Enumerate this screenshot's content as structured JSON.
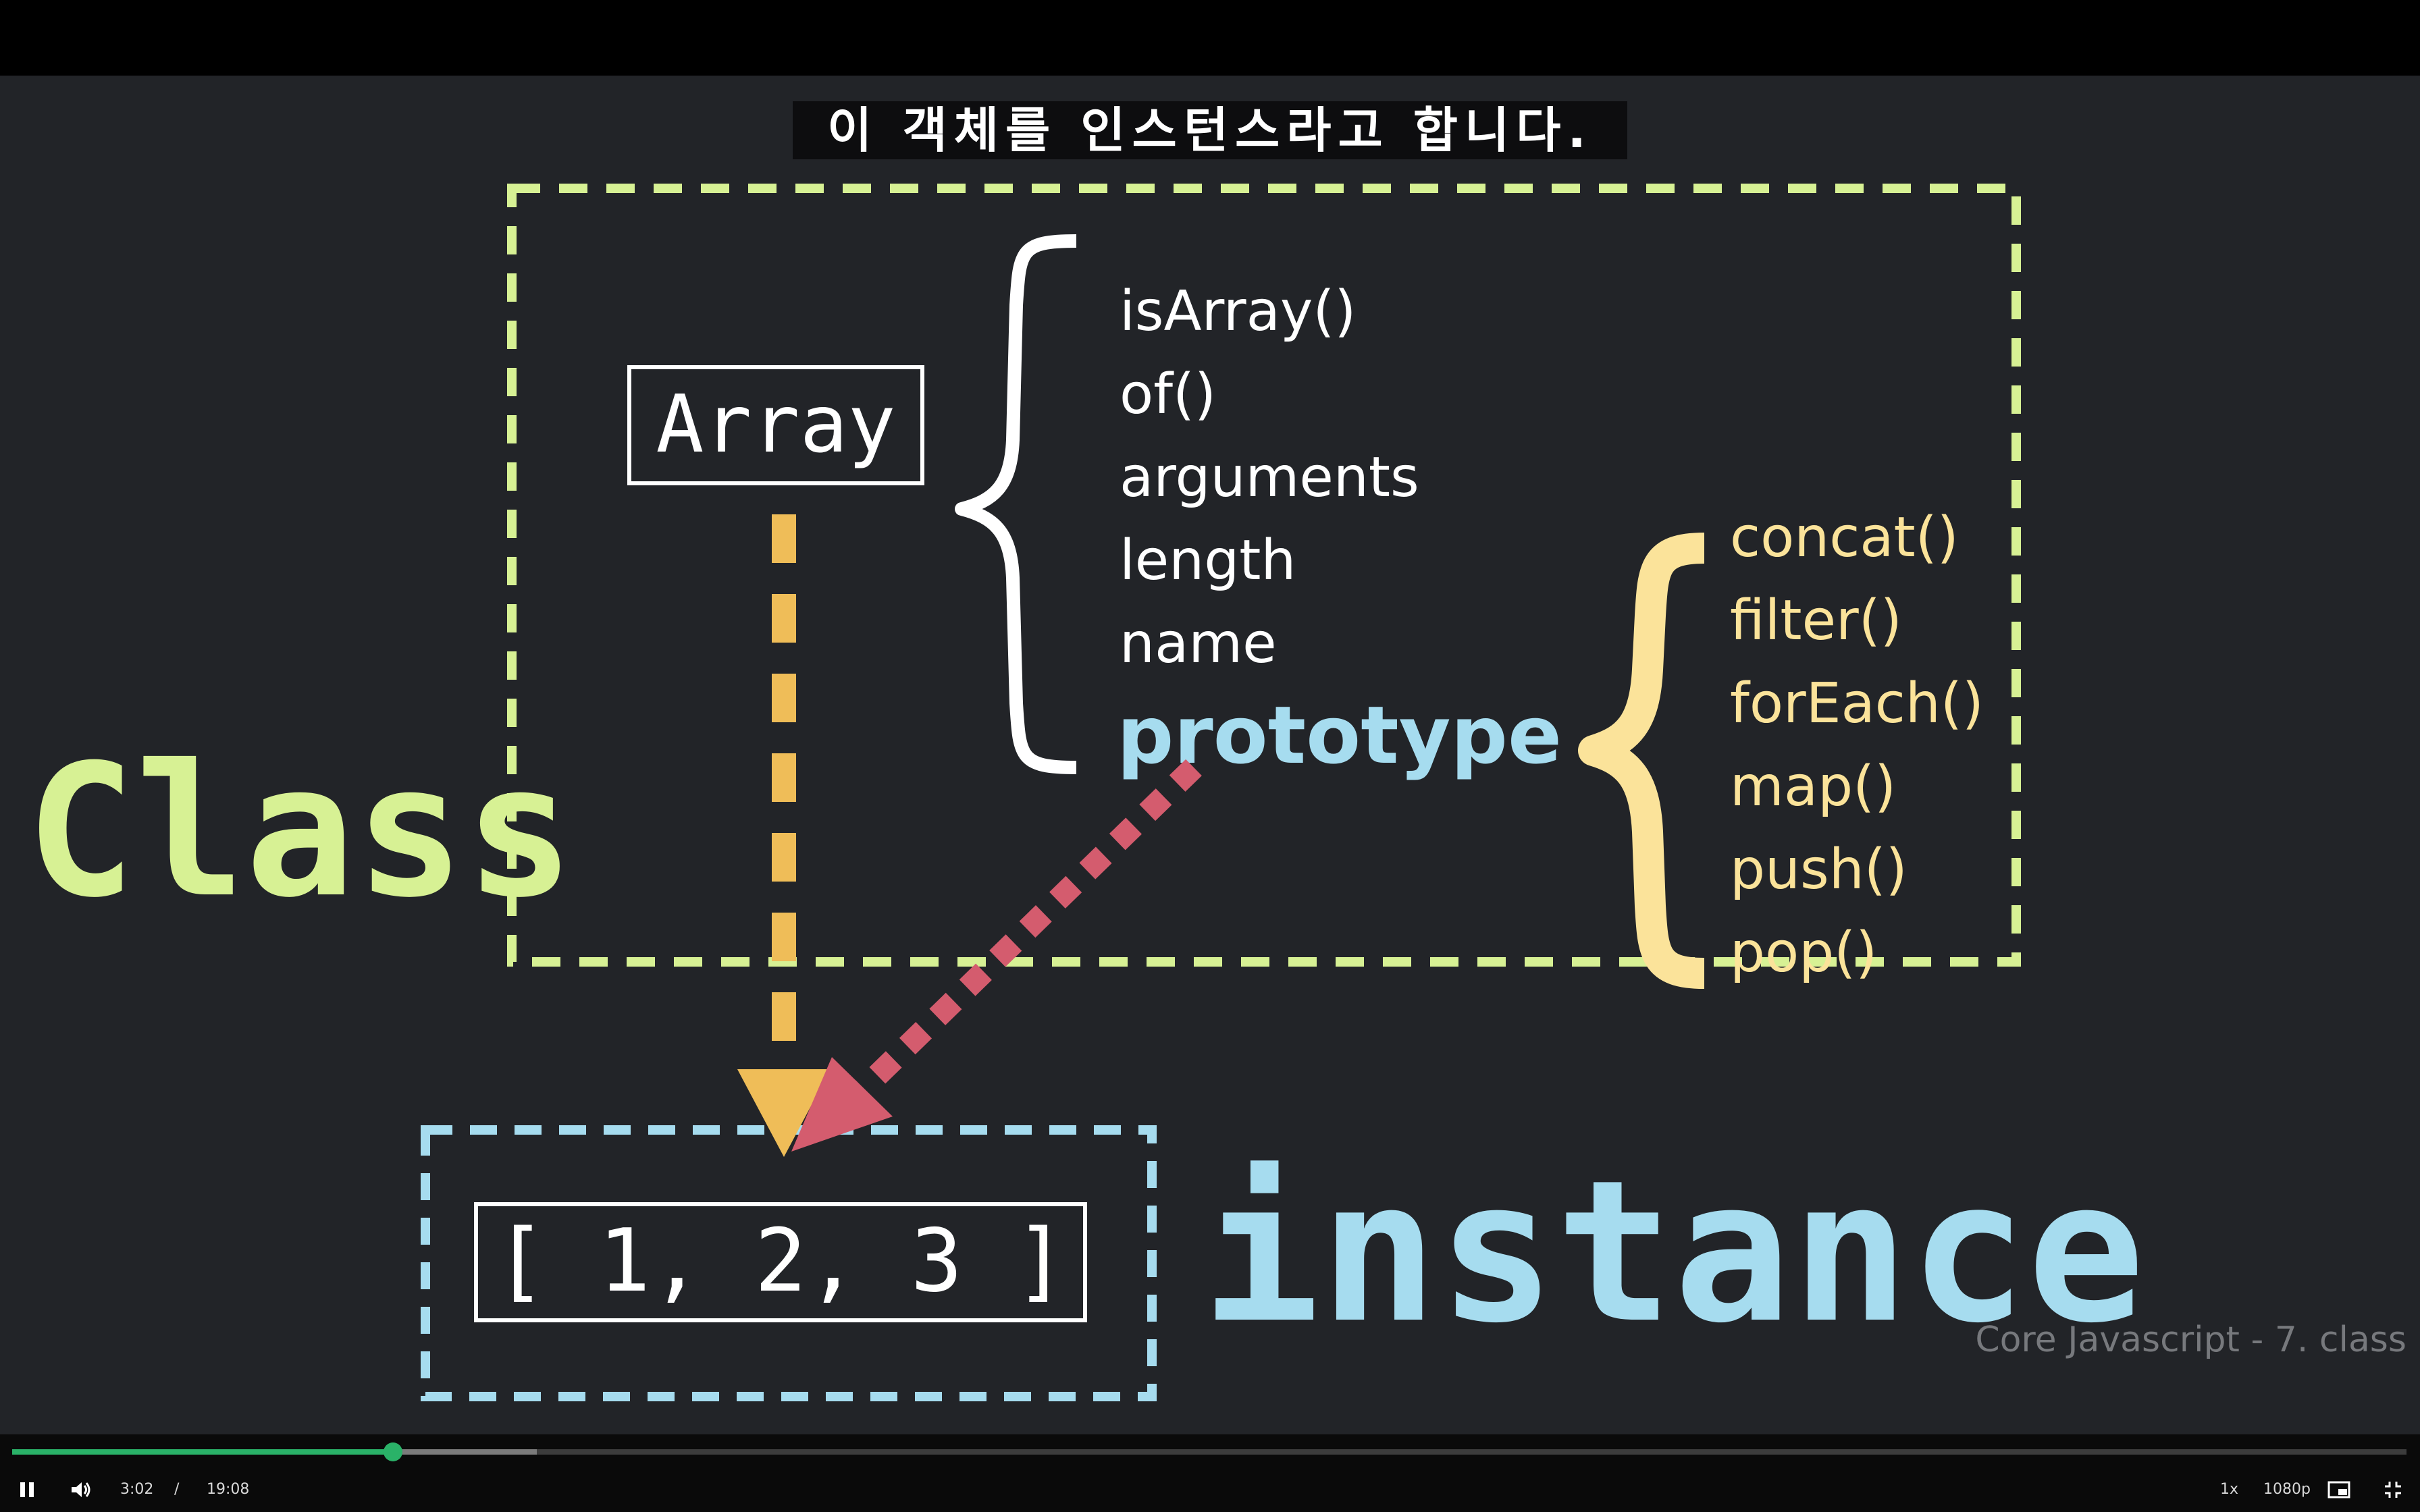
{
  "subtitle": "이 객체를 인스턴스라고 합니다.",
  "diagram": {
    "class_label": "Class",
    "instance_label": "instance",
    "class_box_name": "Array",
    "instance_box_value": "[ 1, 2, 3 ]",
    "static_members": [
      "isArray()",
      "of()",
      "arguments",
      "length",
      "name"
    ],
    "prototype_label": "prototype",
    "prototype_methods": [
      "concat()",
      "filter()",
      "forEach()",
      "map()",
      "push()",
      "pop()"
    ],
    "colors": {
      "class": "#d7f194",
      "instance": "#a6dcef",
      "prototype_methods": "#fbe39a",
      "constructor_arrow": "#efbd58",
      "prototype_arrow": "#d45c6e"
    }
  },
  "watermark": "Core Javascript - 7. class",
  "player": {
    "current_time": "3:02",
    "separator": "/",
    "duration": "19:08",
    "played_fraction": 0.159,
    "buffered_fraction": 0.219,
    "speed": "1x",
    "quality": "1080p",
    "icons": {
      "play_pause": "pause-icon",
      "volume": "volume-icon",
      "pip": "picture-in-picture-icon",
      "fullscreen": "exit-fullscreen-icon"
    }
  }
}
